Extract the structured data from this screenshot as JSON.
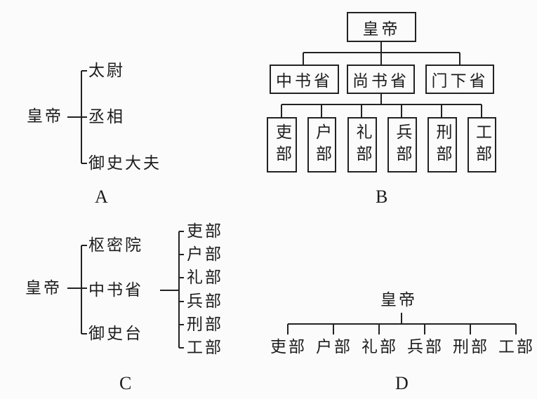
{
  "A": {
    "label": "A",
    "root": "皇帝",
    "items": [
      "太尉",
      "丞相",
      "御史大夫"
    ]
  },
  "B": {
    "label": "B",
    "root": "皇帝",
    "sheng": [
      "中书省",
      "尚书省",
      "门下省"
    ],
    "bu": [
      "吏部",
      "户部",
      "礼部",
      "兵部",
      "刑部",
      "工部"
    ]
  },
  "C": {
    "label": "C",
    "root": "皇帝",
    "items": [
      "枢密院",
      "中书省",
      "御史台"
    ],
    "bu": [
      "吏部",
      "户部",
      "礼部",
      "兵部",
      "刑部",
      "工部"
    ]
  },
  "D": {
    "label": "D",
    "root": "皇帝",
    "bu": [
      "吏部",
      "户部",
      "礼部",
      "兵部",
      "刑部",
      "工部"
    ]
  }
}
